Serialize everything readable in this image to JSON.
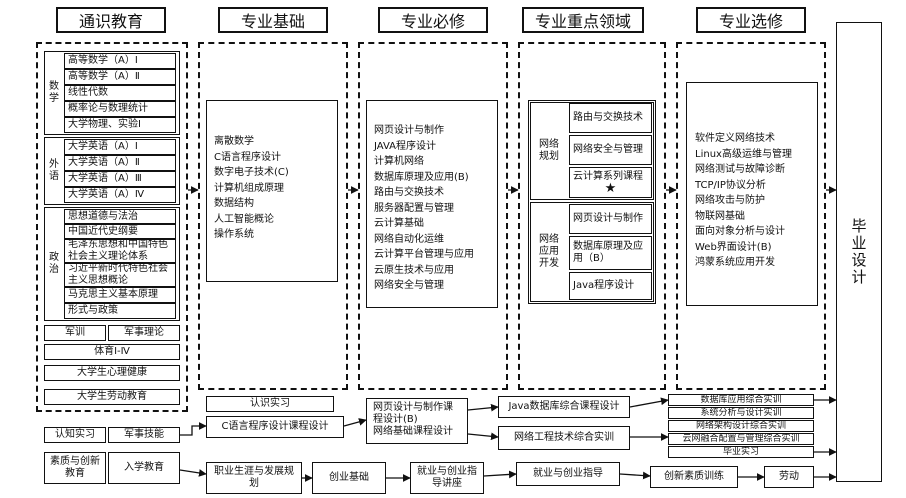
{
  "headers": [
    "通识教育",
    "专业基础",
    "专业必修",
    "专业重点领域",
    "专业选修"
  ],
  "general": {
    "math": {
      "label": "数学",
      "items": [
        "高等数学（A）Ⅰ",
        "高等数学（A）Ⅱ",
        "线性代数",
        "概率论与数理统计",
        "大学物理、实验Ⅰ"
      ]
    },
    "foreign": {
      "label": "外语",
      "items": [
        "大学英语（A）Ⅰ",
        "大学英语（A）Ⅱ",
        "大学英语（A）Ⅲ",
        "大学英语（A）Ⅳ"
      ]
    },
    "politics": {
      "label": "政治",
      "items": [
        "思想道德与法治",
        "中国近代史纲要",
        "毛泽东思想和中国特色社会主义理论体系",
        "习近平新时代特色社会主义思想概论",
        "马克思主义基本原理",
        "形式与政策"
      ]
    },
    "military_training": "军训",
    "military_theory": "军事理论",
    "pe": "体育Ⅰ-Ⅳ",
    "psychology": "大学生心理健康",
    "labor_education": "大学生劳动教育"
  },
  "basic_courses": [
    "离散数学",
    "C语言程序设计",
    "数字电子技术(C)",
    "计算机组成原理",
    "数据结构",
    "人工智能概论",
    "操作系统"
  ],
  "required_courses": [
    "网页设计与制作",
    "JAVA程序设计",
    "计算机网络",
    "数据库原理及应用(B)",
    "路由与交换技术",
    "服务器配置与管理",
    "云计算基础",
    "网络自动化运维",
    "云计算平台管理与应用",
    "云原生技术与应用",
    "网络安全与管理"
  ],
  "focus_areas": {
    "planning": {
      "label": "网络规划",
      "items": [
        "路由与交换技术",
        "网络安全与管理",
        "云计算系列课程"
      ],
      "star": "★"
    },
    "development": {
      "label": "网络应用开发",
      "items": [
        "网页设计与制作",
        "数据库原理及应用（B）",
        "Java程序设计"
      ]
    }
  },
  "electives": [
    "软件定义网络技术",
    "Linux高级运维与管理",
    "网络测试与故障诊断",
    "TCP/IP协议分析",
    "网络攻击与防护",
    "物联网基础",
    "面向对象分析与设计",
    "Web界面设计(B)",
    "鸿蒙系统应用开发"
  ],
  "graduation_design": "毕业设计",
  "practice": {
    "cognition_internship_top": "认识实习",
    "c_course_design": "C语言程序设计课程设计",
    "cognition_internship": "认知实习",
    "military_skills": "军事技能",
    "web_design_course_design": "网页设计与制作课程设计(B)",
    "network_basic_design": "网络基础课程设计",
    "java_db_training": "Java数据库综合课程设计",
    "network_eng_training": "网络工程技术综合实训",
    "right_stack": [
      "数据库应用综合实训",
      "系统分析与设计实训",
      "网络架构设计综合实训",
      "云网融合配置与管理综合实训",
      "毕业实习"
    ]
  },
  "innovation": {
    "quality_innovation": "素质与创新教育",
    "entrance_education": "入学教育",
    "career_planning": "职业生涯与发展规划",
    "entrepreneurship_basics": "创业基础",
    "employment_lecture": "就业与创业指导讲座",
    "employment_guidance": "就业与创业指导",
    "innovation_training": "创新素质训练",
    "labor": "劳动"
  }
}
